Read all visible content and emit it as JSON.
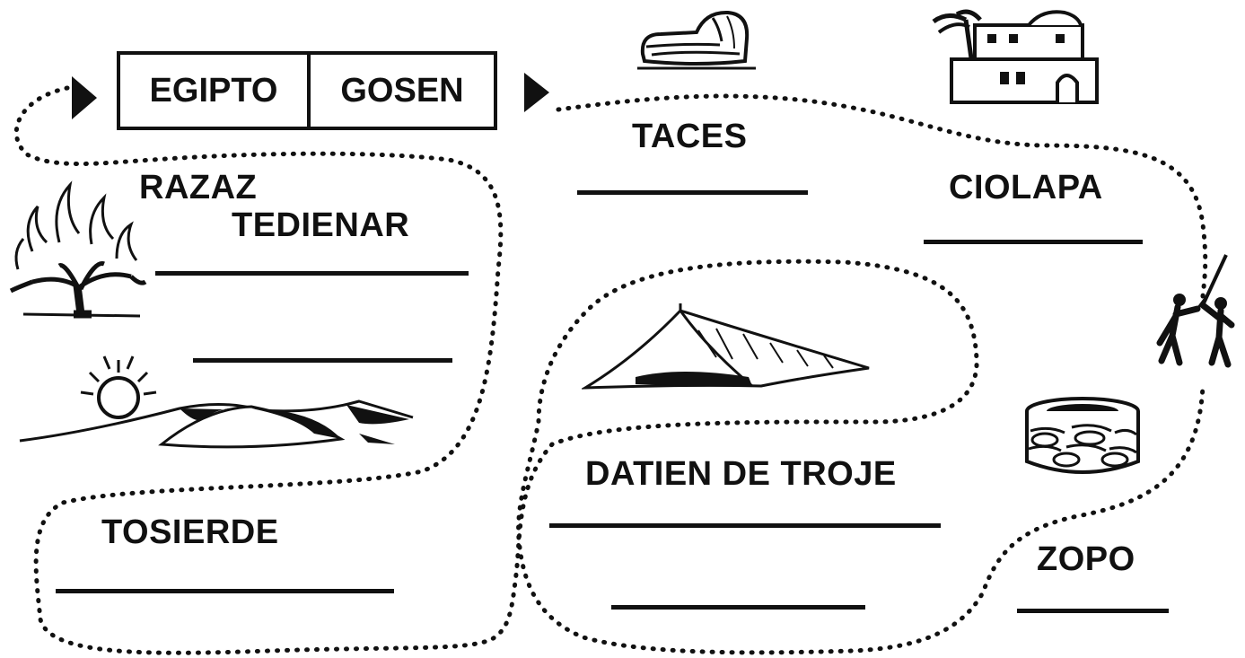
{
  "title_box": {
    "left": "EGIPTO",
    "right": "GOSEN"
  },
  "words": {
    "taces": "TACES",
    "ciolapa": "CIOLAPA",
    "razaz": "RAZAZ",
    "tedienar": "TEDIENAR",
    "tosierde": "TOSIERDE",
    "datien_de_troje": "DATIEN DE TROJE",
    "zopo": "ZOPO"
  },
  "icons": [
    "arrow-right-icon",
    "cradle-icon",
    "house-icon",
    "burning-bush-icon",
    "sunset-dunes-icon",
    "tent-icon",
    "fighting-men-icon",
    "well-icon"
  ]
}
